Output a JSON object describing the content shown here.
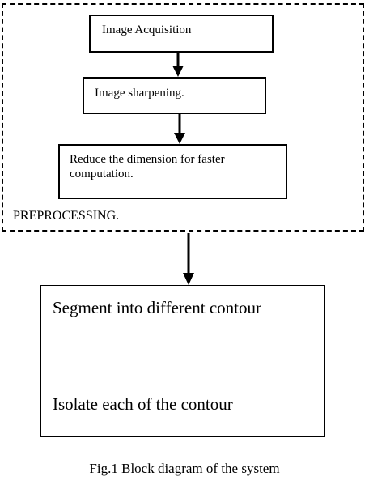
{
  "diagram": {
    "group": {
      "label": "PREPROCESSING."
    },
    "steps": [
      "Image Acquisition",
      "Image sharpening.",
      "Reduce the dimension for faster computation."
    ],
    "output": {
      "top": "Segment into different contour",
      "bottom": "Isolate each of the contour"
    },
    "caption": "Fig.1 Block diagram of the system"
  }
}
